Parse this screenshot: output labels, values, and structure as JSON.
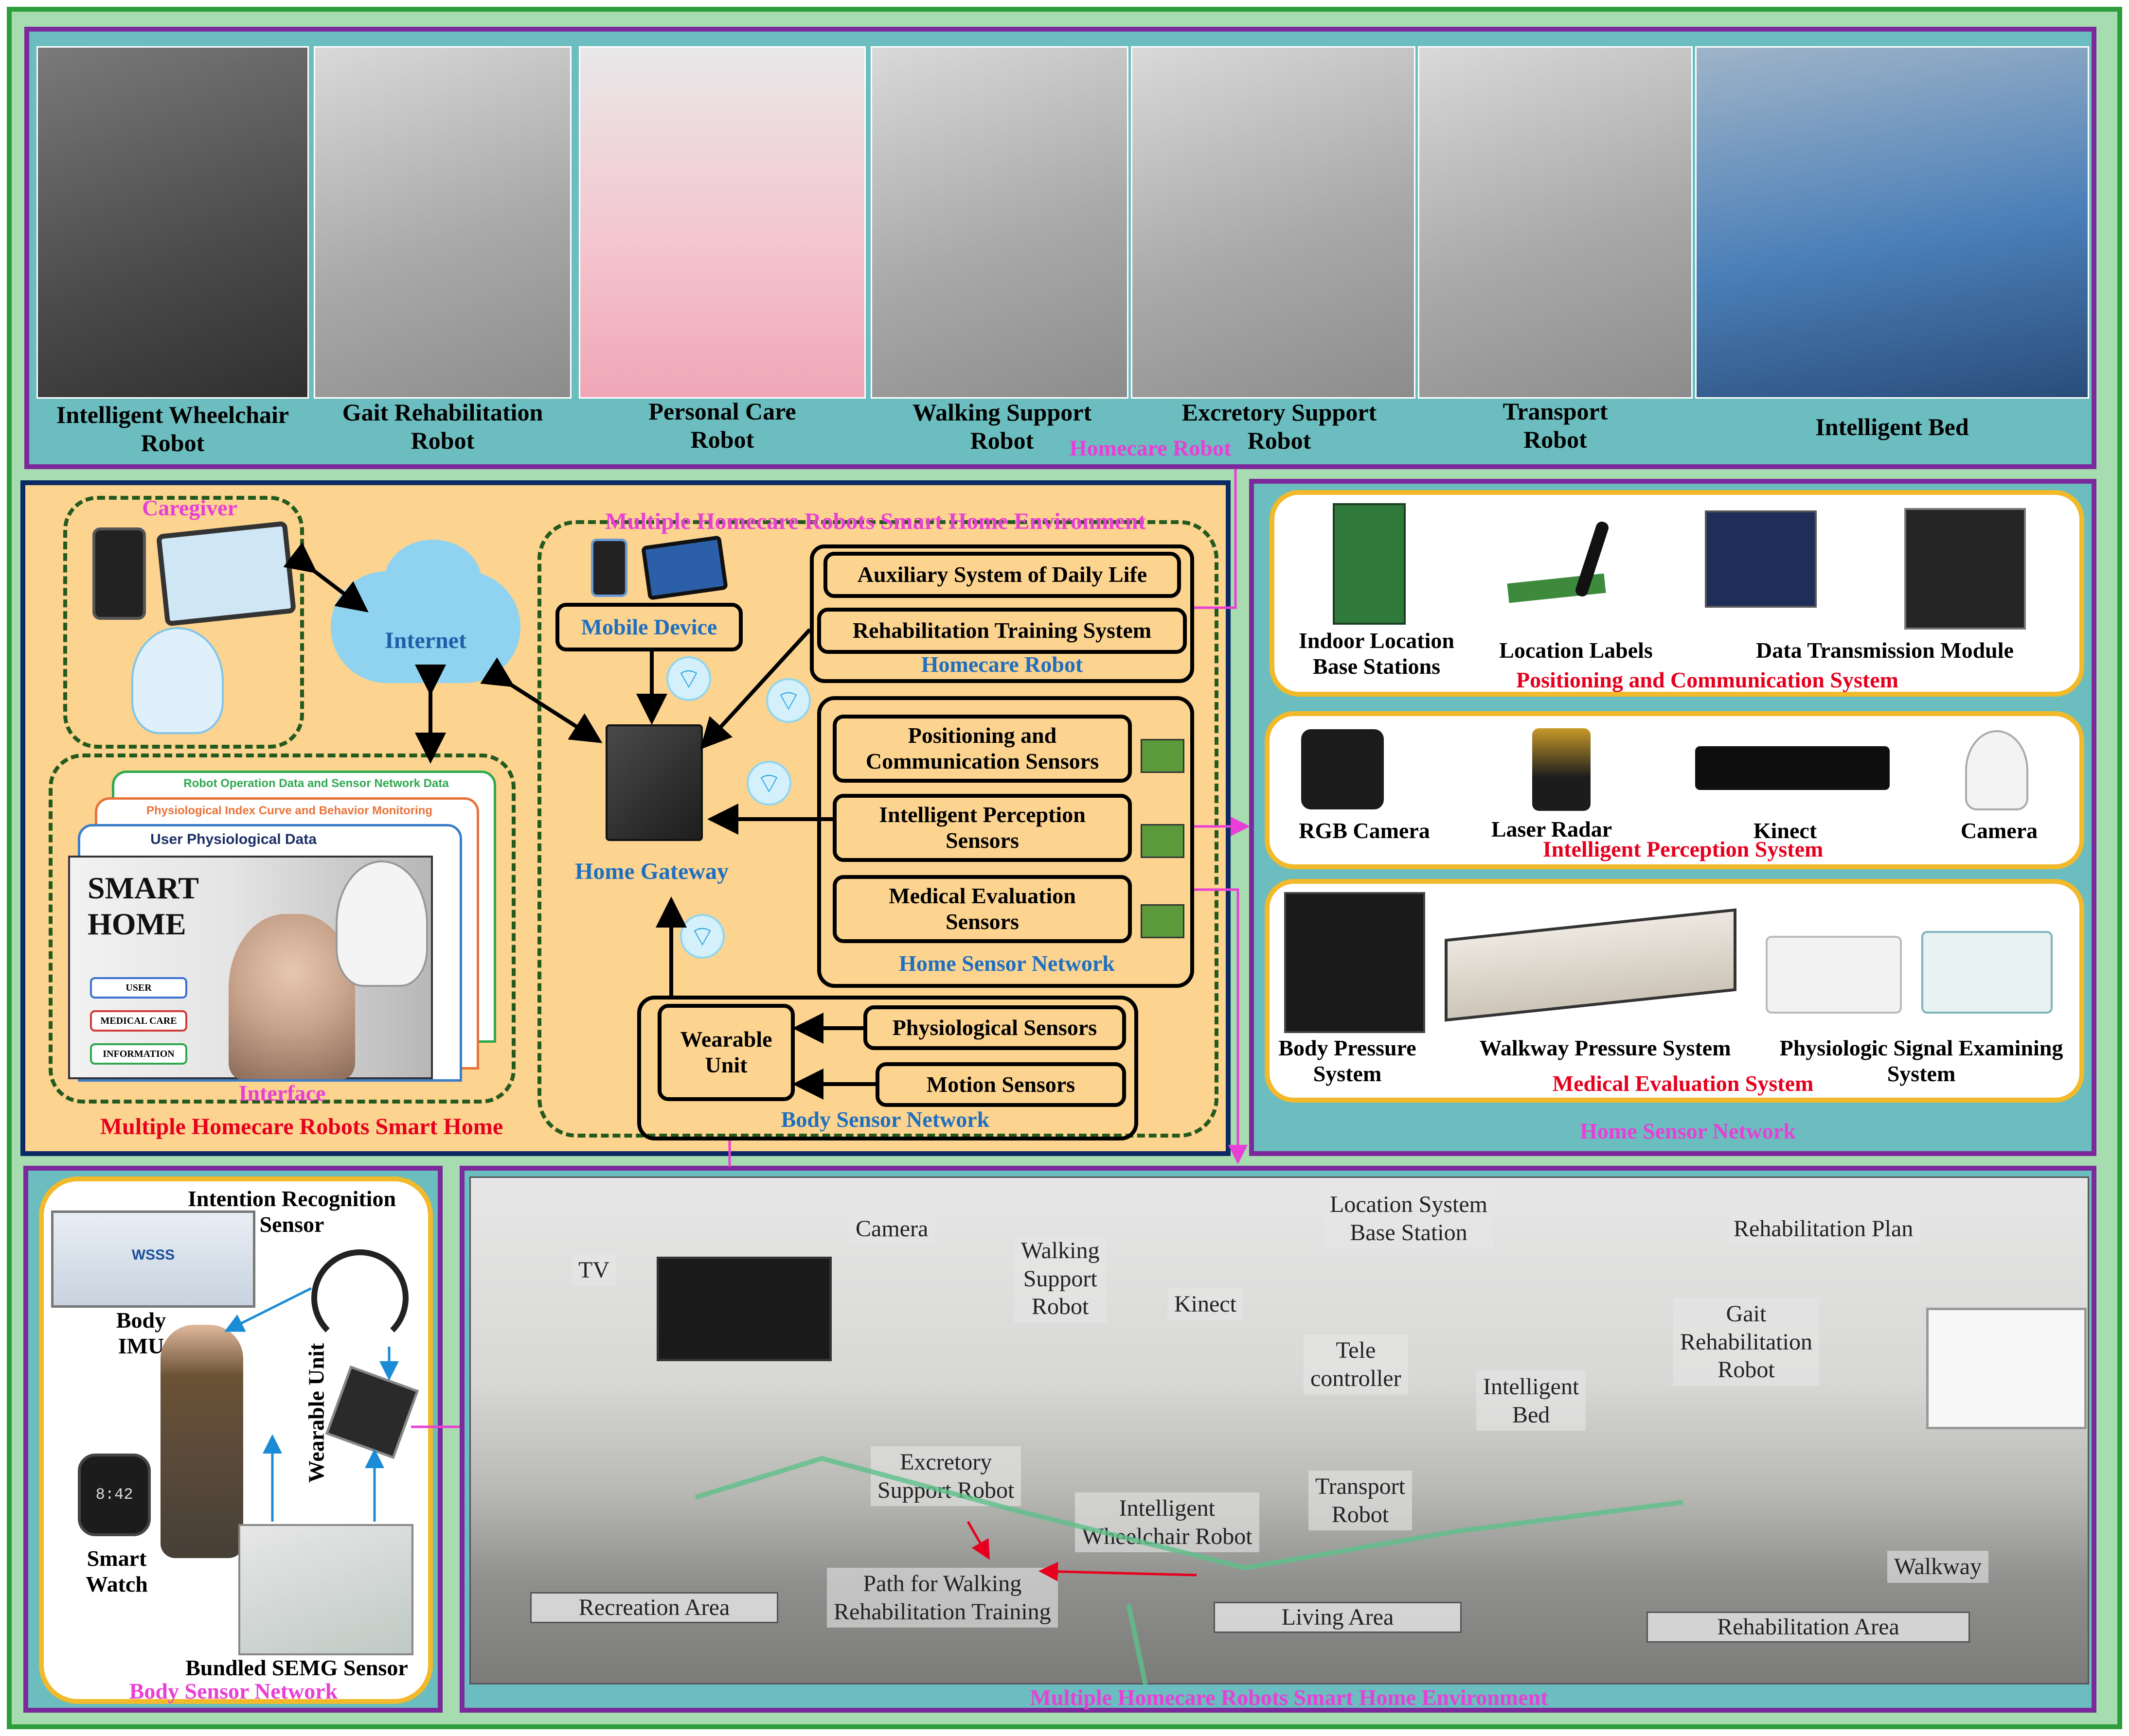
{
  "top_panel": {
    "title": "Homecare Robot",
    "robots": [
      {
        "label": "Intelligent Wheelchair\nRobot"
      },
      {
        "label": "Gait Rehabilitation\nRobot"
      },
      {
        "label": "Personal Care\nRobot"
      },
      {
        "label": "Walking Support\nRobot"
      },
      {
        "label": "Excretory Support\nRobot"
      },
      {
        "label": "Transport\nRobot"
      },
      {
        "label": "Intelligent Bed"
      }
    ]
  },
  "center_panel": {
    "title": "Multiple Homecare Robots Smart Home",
    "caregiver": "Caregiver",
    "internet": "Internet",
    "interface": "Interface",
    "interface_screen": {
      "tab1": "Robot Operation Data and Sensor Network Data",
      "tab2": "Physiological Index Curve and Behavior Monitoring",
      "tab3": "User   Physiological Data",
      "headline": "SMART HOME",
      "btn_user": "USER",
      "btn_medical": "MEDICAL CARE",
      "btn_info": "INFORMATION"
    },
    "env_title": "Multiple Homecare Robots Smart Home Environment",
    "mobile_device": "Mobile Device",
    "home_gateway": "Home Gateway",
    "homecare_robot_group": "Homecare Robot",
    "aux_system": "Auxiliary System of Daily Life",
    "rehab_system": "Rehabilitation Training System",
    "home_sensor_network": "Home Sensor Network",
    "pos_comm_sensors": "Positioning and\nCommunication Sensors",
    "perception_sensors": "Intelligent Perception\nSensors",
    "medical_sensors": "Medical Evaluation\nSensors",
    "body_sensor_network": "Body Sensor Network",
    "wearable_unit": "Wearable\nUnit",
    "physio_sensors": "Physiological Sensors",
    "motion_sensors": "Motion Sensors"
  },
  "right_panel": {
    "title": "Home Sensor Network",
    "positioning": {
      "system": "Positioning and Communication System",
      "items": [
        "Indoor Location\nBase Stations",
        "Location Labels",
        "Data Transmission Module"
      ]
    },
    "perception": {
      "system": "Intelligent Perception System",
      "items": [
        "RGB Camera",
        "Laser Radar",
        "Kinect",
        "Camera"
      ]
    },
    "medical": {
      "system": "Medical Evaluation System",
      "items": [
        "Body Pressure\nSystem",
        "Walkway Pressure System",
        "Physiologic Signal Examining\nSystem"
      ]
    }
  },
  "bottom_left": {
    "title": "Body Sensor Network",
    "intention": "Intention Recognition\nSensor",
    "body_imu": "Body\nIMU",
    "wearable_unit": "Wearable Unit",
    "smart_watch": "Smart\nWatch",
    "semg": "Bundled SEMG Sensor",
    "imu_box_text": "WSSS",
    "watch_time": "8:42"
  },
  "bottom_right": {
    "title": "Multiple Homecare Robots Smart Home Environment",
    "labels": {
      "tv": "TV",
      "camera": "Camera",
      "walking_support": "Walking\nSupport\nRobot",
      "kinect": "Kinect",
      "location_base": "Location System\nBase Station",
      "rehab_plan": "Rehabilitation Plan",
      "gait_rehab": "Gait\nRehabilitation\nRobot",
      "telecontroller": "Tele\ncontroller",
      "intelligent_bed": "Intelligent\nBed",
      "excretory": "Excretory\nSupport Robot",
      "intelligent_wheelchair": "Intelligent\nWheelchair Robot",
      "transport": "Transport\nRobot",
      "path_walking": "Path for Walking\nRehabilitation Training",
      "walkway": "Walkway",
      "recreation": "Recreation Area",
      "living": "Living Area",
      "rehab_area": "Rehabilitation Area"
    }
  },
  "colors": {
    "outer_border": "#2e9e3a",
    "panel_border": "#7c2a9b",
    "panel_fill": "#6bbdbf",
    "orange_fill": "#fcd38f",
    "system_border": "#f2b92a",
    "label_pink": "#e83fd6",
    "label_red": "#e6001e",
    "label_blue": "#1f6fbf"
  }
}
